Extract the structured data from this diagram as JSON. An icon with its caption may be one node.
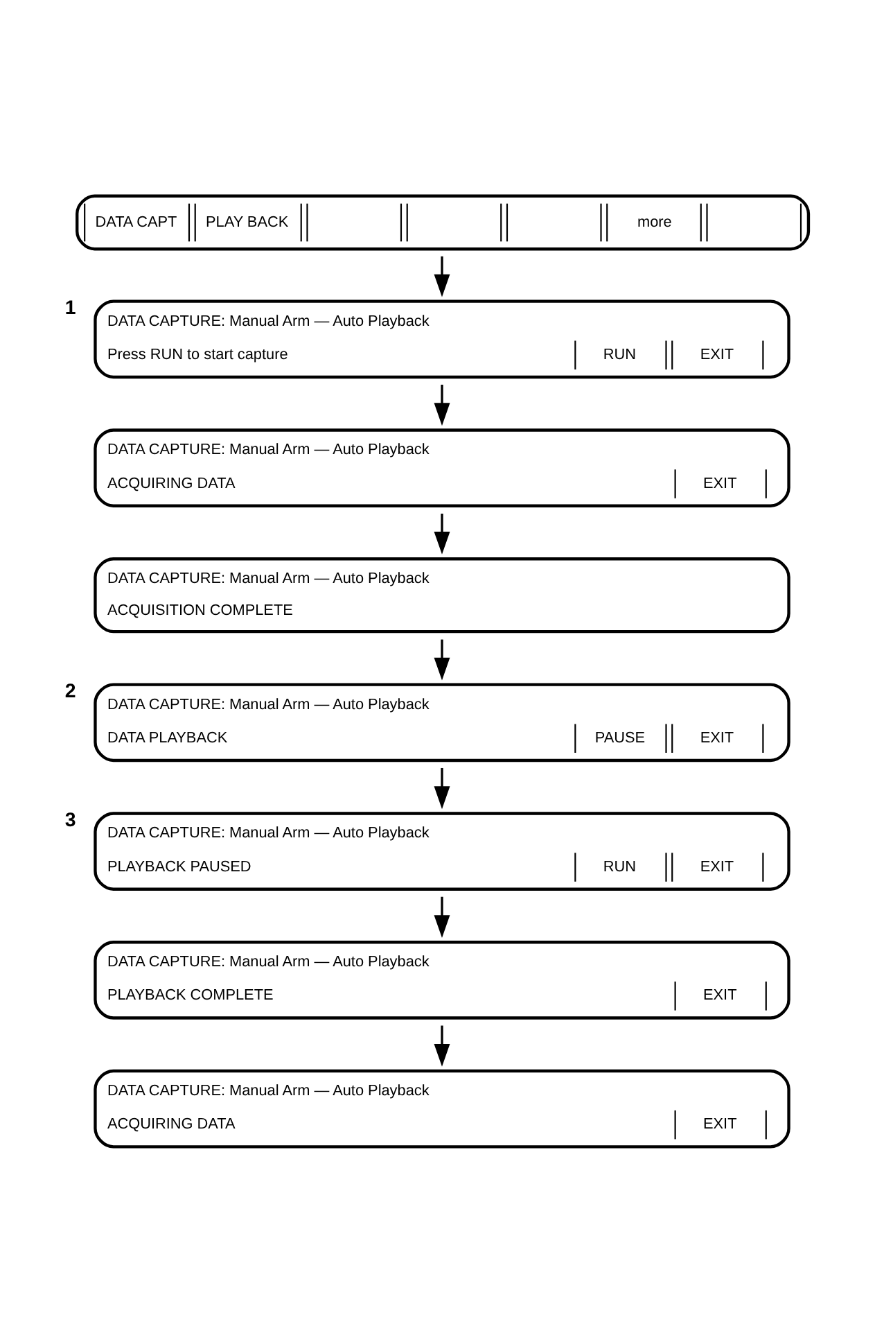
{
  "diagram": {
    "nodes": [
      {
        "text": [
          "DATA CAPT",
          "PLAY BACK",
          "more"
        ]
      },
      {
        "text": [
          "DATA CAPTURE: Manual Arm — Auto Playback",
          "Press RUN to start capture",
          "RUN",
          "EXIT"
        ],
        "beside": [
          "1"
        ]
      },
      {
        "text": [
          "DATA CAPTURE: Manual Arm — Auto Playback",
          "ACQUIRING DATA",
          "EXIT"
        ]
      },
      {
        "text": [
          "DATA CAPTURE: Manual Arm — Auto Playback",
          "ACQUISITION COMPLETE"
        ]
      },
      {
        "text": [
          "DATA CAPTURE: Manual Arm — Auto Playback",
          "DATA PLAYBACK",
          "PAUSE",
          "EXIT"
        ],
        "beside": [
          "2"
        ]
      },
      {
        "text": [
          "DATA CAPTURE: Manual Arm — Auto Playback",
          "PLAYBACK PAUSED",
          "RUN",
          "EXIT"
        ],
        "beside": [
          "3"
        ]
      },
      {
        "text": [
          "DATA CAPTURE: Manual Arm — Auto Playback",
          "PLAYBACK COMPLETE",
          "EXIT"
        ]
      },
      {
        "text": [
          "DATA CAPTURE: Manual Arm — Auto Playback",
          "ACQUIRING DATA",
          "EXIT"
        ]
      }
    ],
    "edges": [
      {
        "from": 0,
        "to": 1,
        "arrow": "to"
      },
      {
        "from": 1,
        "to": 2,
        "arrow": "to"
      },
      {
        "from": 2,
        "to": 3,
        "arrow": "to"
      },
      {
        "from": 3,
        "to": 4,
        "arrow": "to"
      },
      {
        "from": 4,
        "to": 5,
        "arrow": "to"
      },
      {
        "from": 5,
        "to": 6,
        "arrow": "to"
      },
      {
        "from": 6,
        "to": 7,
        "arrow": "to"
      }
    ]
  }
}
